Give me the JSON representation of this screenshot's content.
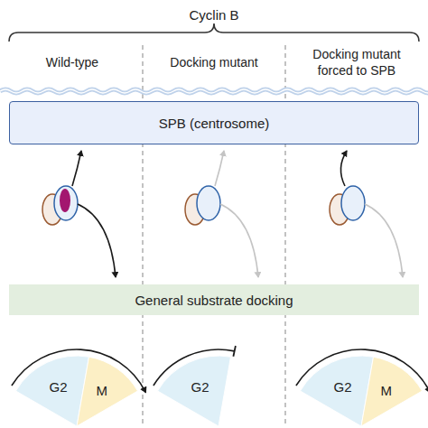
{
  "diagram": {
    "nodes": [
      {
        "text": [
          "SPB (centrosome)"
        ]
      },
      {
        "text": [
          "General substrate docking"
        ]
      },
      {
        "text": [
          "G2"
        ]
      },
      {
        "text": [
          "M"
        ]
      },
      {
        "text": [
          "G2"
        ]
      },
      {
        "text": [
          "G2"
        ]
      },
      {
        "text": [
          "M"
        ]
      }
    ],
    "labels": [
      "Cyclin B",
      "Wild-type",
      "Docking mutant",
      "Docking mutant forced to SPB"
    ]
  }
}
